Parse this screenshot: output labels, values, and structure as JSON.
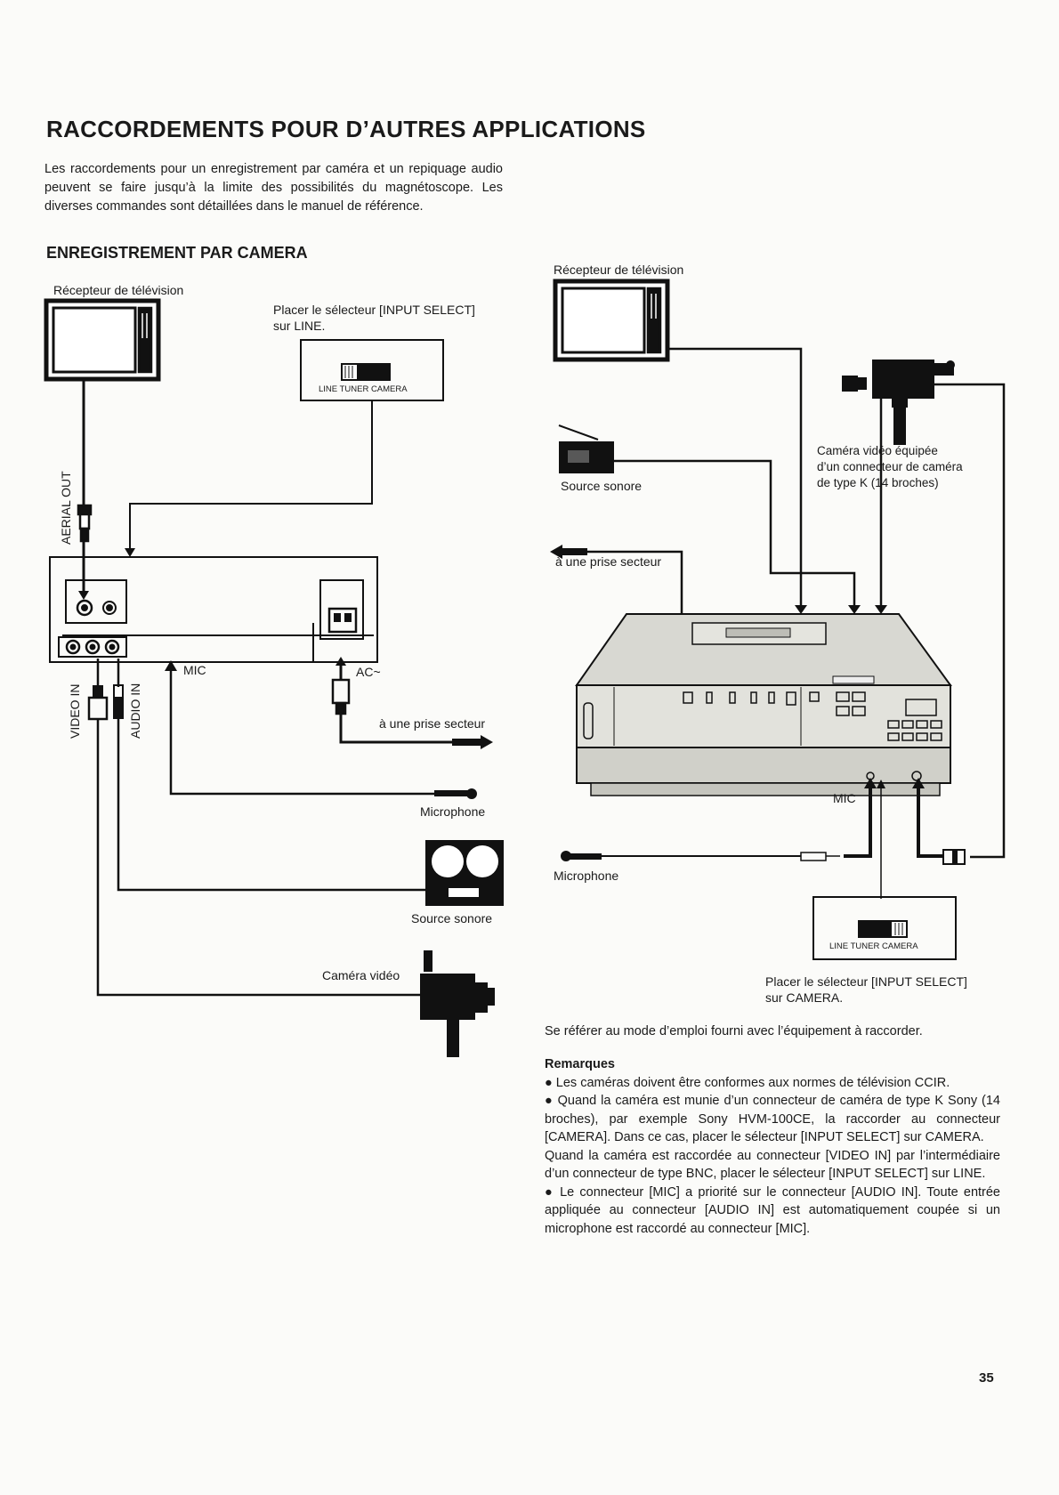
{
  "title": "RACCORDEMENTS POUR D’AUTRES APPLICATIONS",
  "intro": "Les raccordements pour un enregistrement par caméra et un repiquage audio peuvent se faire jusqu’à la limite des possibilités du magnétoscope. Les diverses commandes sont détaillées dans le manuel de référence.",
  "section_title": "ENREGISTREMENT PAR CAMERA",
  "left_diagram": {
    "tv_label": "Récepteur de télévision",
    "selector_instruction_line1": "Placer le sélecteur [INPUT SELECT]",
    "selector_instruction_line2": "sur LINE.",
    "selector_caption": "LINE TUNER CAMERA",
    "aerial_out": "AERIAL OUT",
    "video_in": "VIDEO IN",
    "audio_in": "AUDIO IN",
    "mic": "MIC",
    "ac": "AC~",
    "outlet": "à une prise secteur",
    "microphone": "Microphone",
    "sound_source": "Source sonore",
    "video_camera": "Caméra vidéo"
  },
  "right_diagram": {
    "tv_label": "Récepteur de télévision",
    "camera_line1": "Caméra vidéo équipée",
    "camera_line2": "d’un connecteur de caméra",
    "camera_line3": "de type K (14 broches)",
    "sound_source": "Source sonore",
    "outlet": "à une prise secteur",
    "mic": "MIC",
    "microphone": "Microphone",
    "selector_caption": "LINE TUNER CAMERA",
    "selector_instruction_line1": "Placer le sélecteur [INPUT SELECT]",
    "selector_instruction_line2": "sur CAMERA."
  },
  "refer_note": "Se référer au mode d’emploi fourni avec l’équipement à raccorder.",
  "remarks": {
    "heading": "Remarques",
    "item1": "● Les caméras doivent être conformes aux normes de télévision CCIR.",
    "item2": "● Quand la caméra est munie d’un connecteur de caméra de type K Sony (14 broches), par exemple Sony HVM-100CE, la raccorder au connecteur [CAMERA]. Dans ce cas, placer le sélecteur [INPUT SELECT] sur CAMERA.",
    "item2b": "Quand la caméra est raccordée au connecteur [VIDEO IN] par l’intermédiaire d’un connecteur de type BNC, placer le sélecteur [INPUT SELECT] sur LINE.",
    "item3": "● Le connecteur [MIC] a priorité sur le connecteur [AUDIO IN]. Toute entrée appliquée au connecteur [AUDIO IN] est automatiquement coupée si un microphone est raccordé au connecteur [MIC]."
  },
  "page_number": "35"
}
